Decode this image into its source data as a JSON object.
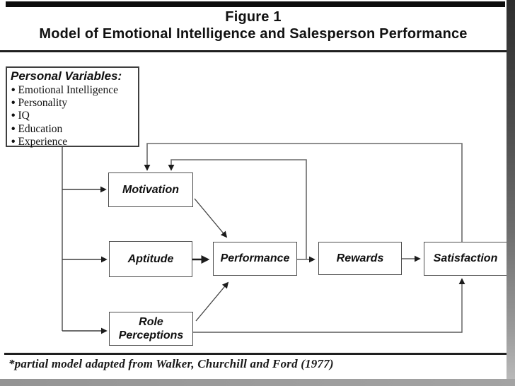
{
  "slide": {
    "title_line1": "Figure 1",
    "title_line2": "Model of Emotional Intelligence and Salesperson Performance",
    "footnote": "*partial model adapted from Walker, Churchill and Ford (1977)"
  },
  "personal_variables": {
    "heading": "Personal Variables:",
    "bullet": "•",
    "items": [
      "Emotional Intelligence",
      "Personality",
      "IQ",
      "Education",
      "Experience"
    ]
  },
  "nodes": {
    "motivation": "Motivation",
    "aptitude": "Aptitude",
    "role_perceptions": "Role Perceptions",
    "performance": "Performance",
    "rewards": "Rewards",
    "satisfaction": "Satisfaction"
  },
  "colors": {
    "ink": "#1c1c1c",
    "line": "#555555",
    "box_border": "#4d4d4d",
    "edge_shadow": "#4a4a4a"
  }
}
